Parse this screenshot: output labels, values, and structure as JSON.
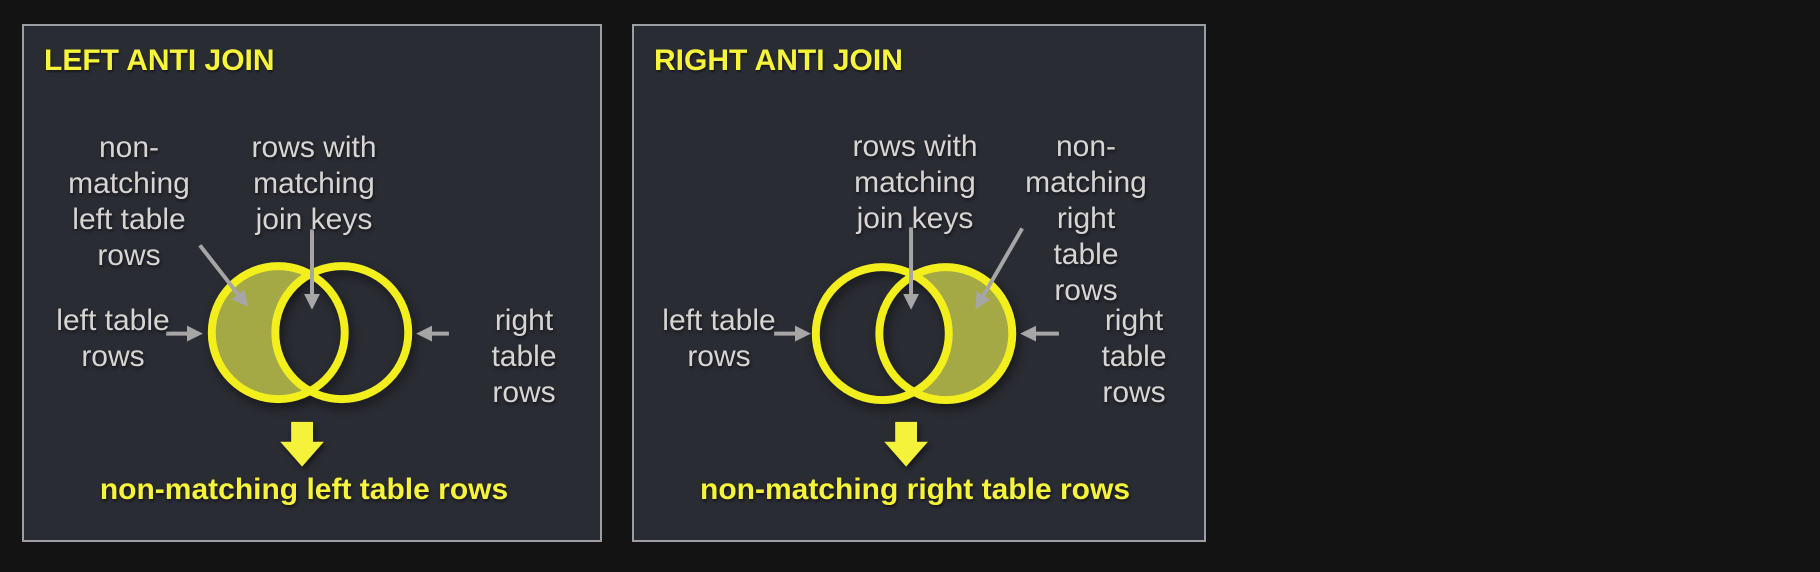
{
  "colors": {
    "page_bg": "#131313",
    "panel_bg": "#2a2c33",
    "panel_border": "#9d9ea2",
    "title_yellow": "#f7f53a",
    "circle_yellow": "#f2ef1c",
    "highlight_olive": "#a5a945",
    "label_gray": "#d6d5d3",
    "arrow_gray": "#a6a6a6"
  },
  "panels": [
    {
      "id": "left-anti-join",
      "title": "LEFT ANTI JOIN",
      "venn": {
        "shaded_region": "left-only",
        "top_left_label": "non-\nmatching\nleft table\nrows",
        "top_center_label": "rows with\nmatching\njoin keys",
        "left_label": "left table\nrows",
        "right_label": "right table\nrows"
      },
      "result_label": "non-matching left table rows"
    },
    {
      "id": "right-anti-join",
      "title": "RIGHT ANTI JOIN",
      "venn": {
        "shaded_region": "right-only",
        "top_center_label": "rows with\nmatching\njoin keys",
        "top_right_label": "non-\nmatching\nright table\nrows",
        "left_label": "left table\nrows",
        "right_label": "right table\nrows"
      },
      "result_label": "non-matching right table rows"
    }
  ]
}
